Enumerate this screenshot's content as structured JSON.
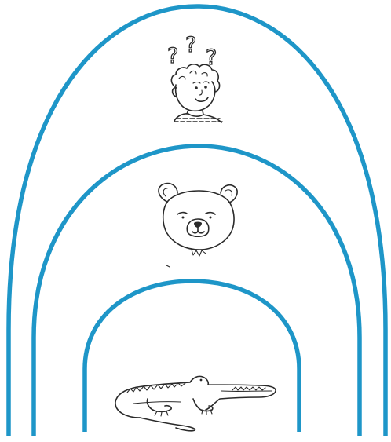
{
  "layers": [
    {
      "id": "outer",
      "level": "human",
      "icon": "confused-boy-icon",
      "color": "#1e96c8"
    },
    {
      "id": "middle",
      "level": "mammal",
      "icon": "bear-icon",
      "color": "#1e96c8"
    },
    {
      "id": "inner",
      "level": "reptile",
      "icon": "crocodile-icon",
      "color": "#1e96c8"
    }
  ],
  "question_marks": [
    "?",
    "?",
    "?"
  ]
}
